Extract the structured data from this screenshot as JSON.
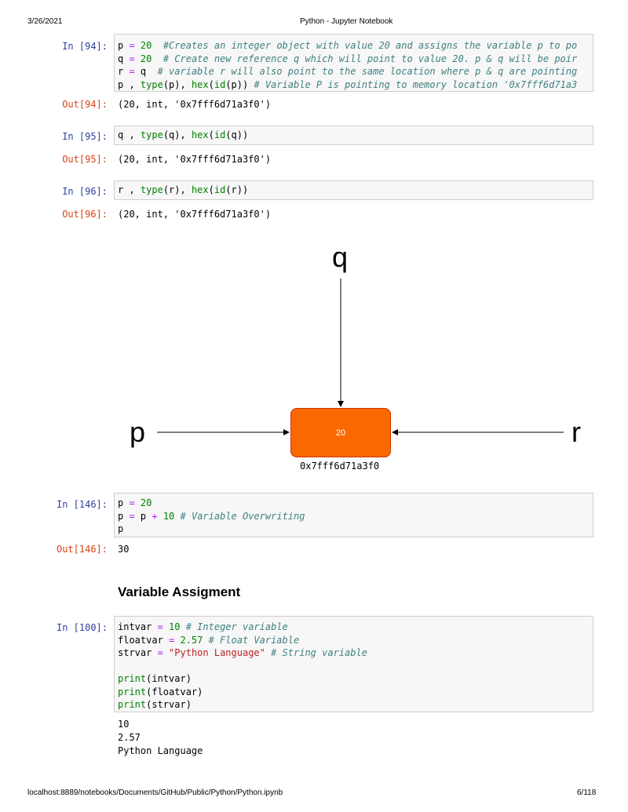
{
  "header": {
    "date": "3/26/2021",
    "title": "Python - Jupyter Notebook"
  },
  "footer": {
    "url": "localhost:8889/notebooks/Documents/GitHub/Public/Python/Python.ipynb",
    "page": "6/118"
  },
  "cells": {
    "c94": {
      "in_prompt": "In [94]:",
      "out_prompt": "Out[94]:",
      "lines": [
        [
          "p",
          " = ",
          "20",
          "  #Creates an integer object with value 20 and assigns the variable p to po"
        ],
        [
          "q",
          " = ",
          "20",
          "  # Create new reference q which will point to value 20. p & q will be poir"
        ],
        [
          "r",
          " = ",
          "q",
          "  # variable r will also point to the same location where p & q are pointing"
        ],
        [
          "p , ",
          "type",
          "(p), ",
          "hex",
          "(",
          "id",
          "(p)) ",
          "# Variable P is pointing to memory location '0x7fff6d71a3"
        ]
      ],
      "output": "(20, int, '0x7fff6d71a3f0')"
    },
    "c95": {
      "in_prompt": "In [95]:",
      "out_prompt": "Out[95]:",
      "lines": [
        [
          "q , ",
          "type",
          "(q), ",
          "hex",
          "(",
          "id",
          "(q))"
        ]
      ],
      "output": "(20, int, '0x7fff6d71a3f0')"
    },
    "c96": {
      "in_prompt": "In [96]:",
      "out_prompt": "Out[96]:",
      "lines": [
        [
          "r , ",
          "type",
          "(r), ",
          "hex",
          "(",
          "id",
          "(r))"
        ]
      ],
      "output": "(20, int, '0x7fff6d71a3f0')"
    },
    "c146": {
      "in_prompt": "In [146]:",
      "out_prompt": "Out[146]:",
      "lines": [
        [
          "p",
          " = ",
          "20"
        ],
        [
          "p",
          " = ",
          "p ",
          "+",
          " 10",
          " # Variable Overwriting"
        ],
        [
          "p"
        ]
      ],
      "output": "30"
    },
    "c100": {
      "in_prompt": "In [100]:",
      "lines": [
        [
          "intvar",
          " = ",
          "10",
          " # Integer variable"
        ],
        [
          "floatvar",
          " = ",
          "2.57",
          " # Float Variable"
        ],
        [
          "strvar",
          " = ",
          "\"Python Language\"",
          " # String variable"
        ],
        [
          ""
        ],
        [
          "print",
          "(intvar)"
        ],
        [
          "print",
          "(floatvar)"
        ],
        [
          "print",
          "(strvar)"
        ]
      ],
      "output": [
        "10",
        "2.57",
        "Python Language"
      ]
    }
  },
  "diagram": {
    "labels": {
      "q": "q",
      "p": "p",
      "r": "r"
    },
    "node_value": "20",
    "node_address": "0x7fff6d71a3f0",
    "node_color": "#fa6800"
  },
  "section_heading": "Variable Assigment"
}
